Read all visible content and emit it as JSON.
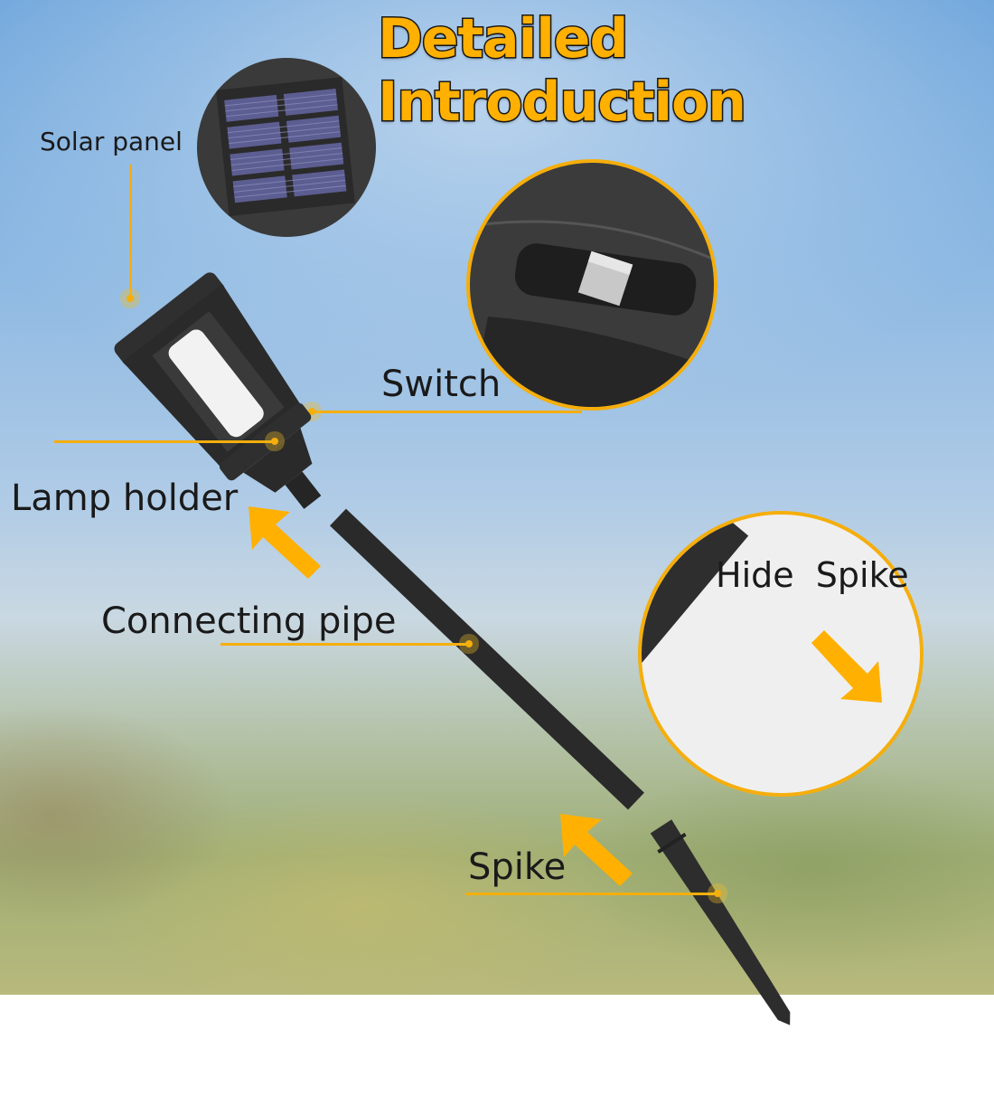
{
  "title": "Detailed Introduction",
  "labels": {
    "solar_panel": "Solar panel",
    "switch": "Switch",
    "lamp_holder": "Lamp holder",
    "connecting_pipe": "Connecting pipe",
    "hide_spike": "Hide  Spike",
    "spike": "Spike"
  },
  "colors": {
    "accent": "#f5ae0c",
    "title_fill": "#ffb000",
    "title_stroke": "#1a1a1a",
    "product": "#2b2b2b"
  },
  "callouts": [
    {
      "name": "solar-panel-inset",
      "shape": "circle",
      "border": "none"
    },
    {
      "name": "switch-inset",
      "shape": "circle",
      "border": "#f5ae0c"
    },
    {
      "name": "hide-spike-inset",
      "shape": "circle",
      "border": "#f5ae0c"
    }
  ],
  "icons": [
    "arrow-up-left-icon",
    "arrow-up-left-icon",
    "arrow-down-right-icon"
  ]
}
